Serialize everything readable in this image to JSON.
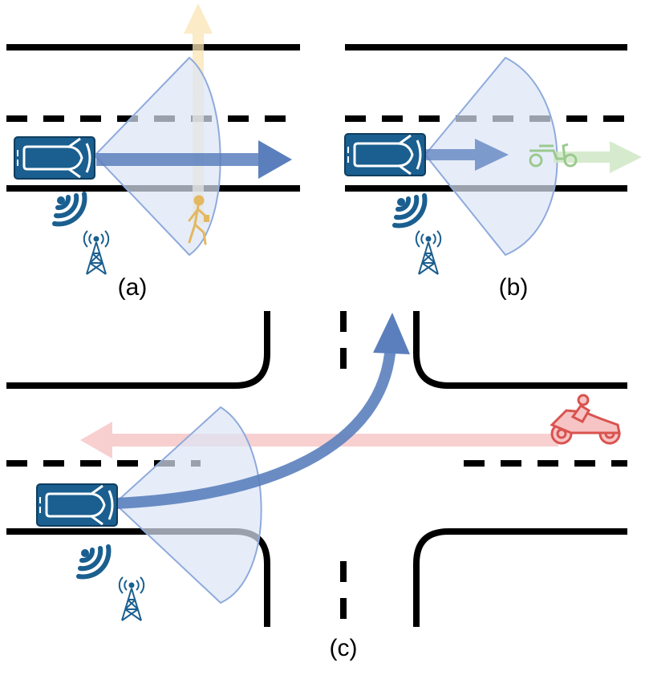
{
  "panels": [
    {
      "id": "a",
      "label": "(a)",
      "agent": "pedestrian",
      "agent_icon": "pedestrian-icon"
    },
    {
      "id": "b",
      "label": "(b)",
      "agent": "scooter",
      "agent_icon": "scooter-icon"
    },
    {
      "id": "c",
      "label": "(c)",
      "agent": "motorcycle",
      "agent_icon": "motorcycle-icon"
    }
  ],
  "icons": {
    "ego_vehicle": "car-top-view-icon",
    "wireless": "wireless-signal-icon",
    "tower": "radio-tower-icon",
    "sensing_cone": "sensing-cone"
  },
  "colors": {
    "road": "#000000",
    "car": "#1a5f8f",
    "ego_path": "#5b7fbd",
    "cone_fill": "#dbe6f7",
    "cone_stroke": "#8faadc",
    "pedestrian": "#e3b860",
    "pedestrian_path": "#fbe5b5",
    "scooter": "#9bc98e",
    "scooter_path": "#cfe8c6",
    "motorcycle": "#d9534f",
    "motorcycle_path": "#f6c4c4"
  }
}
